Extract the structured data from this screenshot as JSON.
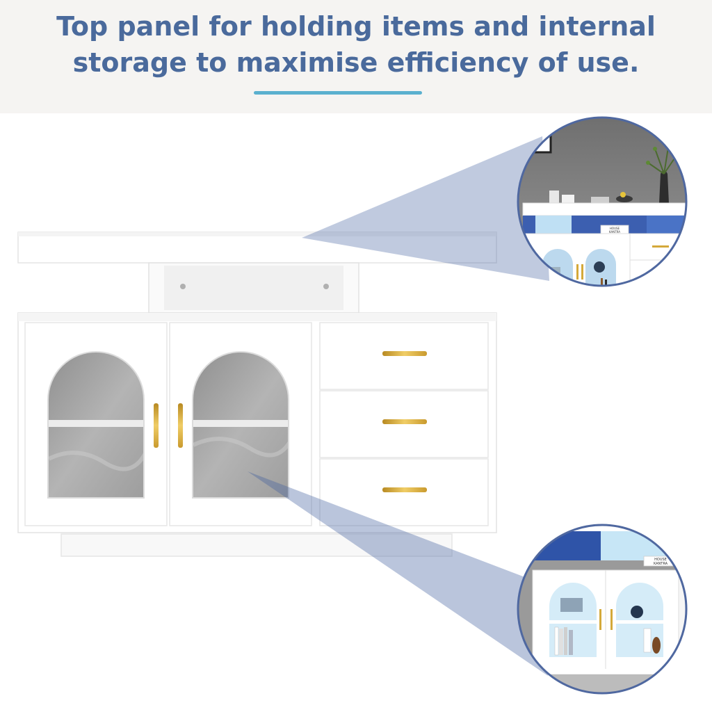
{
  "banner": {
    "headline_line1": "Top panel for holding items and internal",
    "headline_line2": "storage to maximise efficiency of use."
  },
  "photo_text": {
    "book_label_top": "HOUSE",
    "book_label_bottom": "KANTRA"
  },
  "colors": {
    "headline": "#4a6a9c",
    "accent_line": "#5ab0cf",
    "callout_fill": "#3f5f9f",
    "circle_border": "#4f68a0",
    "gold_handle": "#d4a93a",
    "cabinet_white": "#ffffff",
    "led_blue": "#5a83d6"
  }
}
